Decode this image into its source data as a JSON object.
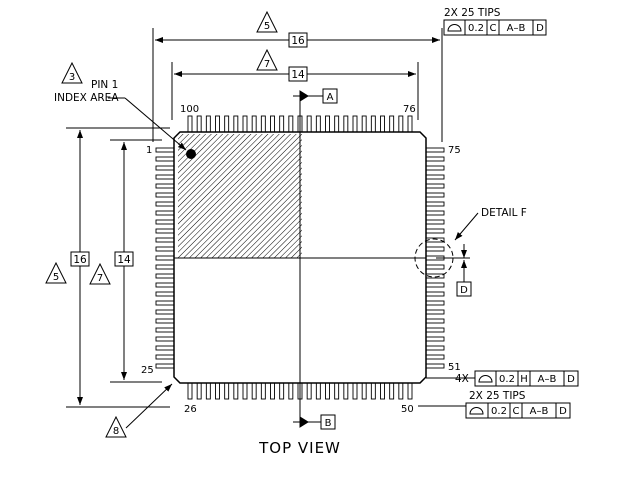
{
  "view": {
    "title": "TOP VIEW"
  },
  "pin_labels": {
    "p1": "1",
    "p25": "25",
    "p26": "26",
    "p50": "50",
    "p51": "51",
    "p75": "75",
    "p76": "76",
    "p100": "100"
  },
  "pin1_note": {
    "line1": "PIN 1",
    "line2": "INDEX AREA",
    "ref": "3"
  },
  "dimensions": {
    "overall_top": "16",
    "body_top": "14",
    "overall_left": "16",
    "body_left": "14",
    "overall_top_ref": "5",
    "body_top_ref": "7",
    "overall_left_ref": "5",
    "body_left_ref": "7",
    "corner_ref": "8"
  },
  "datums": {
    "a": "A",
    "b": "B",
    "d": "D"
  },
  "detail": {
    "label": "DETAIL F"
  },
  "tolerances": {
    "top": {
      "note": "2X 25 TIPS",
      "value": "0.2",
      "datum1": "C",
      "datum2": "A–B",
      "datum3": "D"
    },
    "right": {
      "prefix": "4X",
      "value": "0.2",
      "datum1": "H",
      "datum2": "A–B",
      "datum3": "D"
    },
    "bottom": {
      "note": "2X 25 TIPS",
      "value": "0.2",
      "datum1": "C",
      "datum2": "A–B",
      "datum3": "D"
    }
  },
  "colors": {
    "line": "#000000",
    "background": "#ffffff"
  }
}
